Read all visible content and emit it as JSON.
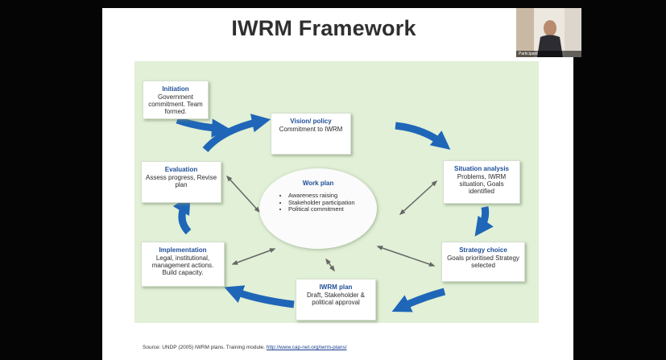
{
  "slide": {
    "title": "IWRM Framework",
    "work_plan": {
      "title": "Work plan",
      "items": [
        "Awareness raising",
        "Stakeholder participation",
        "Political commitment"
      ]
    },
    "boxes": {
      "initiation": {
        "title": "Initiation",
        "text": "Government commitment. Team formed."
      },
      "vision": {
        "title": "Vision/ policy",
        "text": "Commitment to IWRM"
      },
      "situation": {
        "title": "Situation analysis",
        "text": "Problems, IWRM situation, Goals identified"
      },
      "strategy": {
        "title": "Strategy choice",
        "text": "Goals prioritised Strategy selected"
      },
      "iwrm_plan": {
        "title": "IWRM plan",
        "text": "Draft, Stakeholder & political approval"
      },
      "implementation": {
        "title": "Implementation",
        "text": "Legal, institutional, management actions. Build capacity."
      },
      "evaluation": {
        "title": "Evaluation",
        "text": "Assess progress, Revise plan"
      }
    },
    "source": {
      "text": "Source: UNDP (2005) IWRM plans. Training module.",
      "link": "http://www.cap-net.org/iwrm-plans/"
    },
    "colors": {
      "arrow": "#1f66b8",
      "box_title": "#1f4e97",
      "background": "#e1f0d6"
    }
  },
  "webcam": {
    "participant_label": "Participant"
  }
}
